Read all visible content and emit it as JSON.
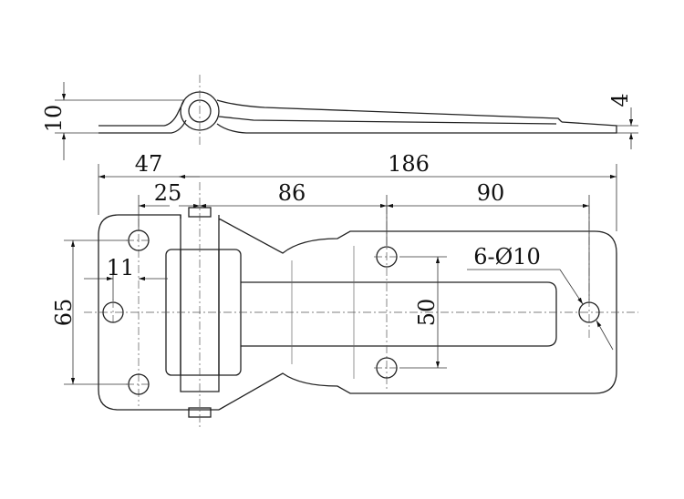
{
  "drawing": {
    "side_view": {
      "thickness_label": "10",
      "plate_label": "4"
    },
    "plan_view": {
      "overall_length_label": "186",
      "left_leaf_label": "47",
      "hole_offset_label": "25",
      "hole_spacing_label": "86",
      "end_hole_spacing_label": "90",
      "height_label": "65",
      "edge_offset_label": "11",
      "slot_height_label": "50",
      "hole_callout_label": "6-Ø10"
    },
    "line_color": "#222222"
  }
}
